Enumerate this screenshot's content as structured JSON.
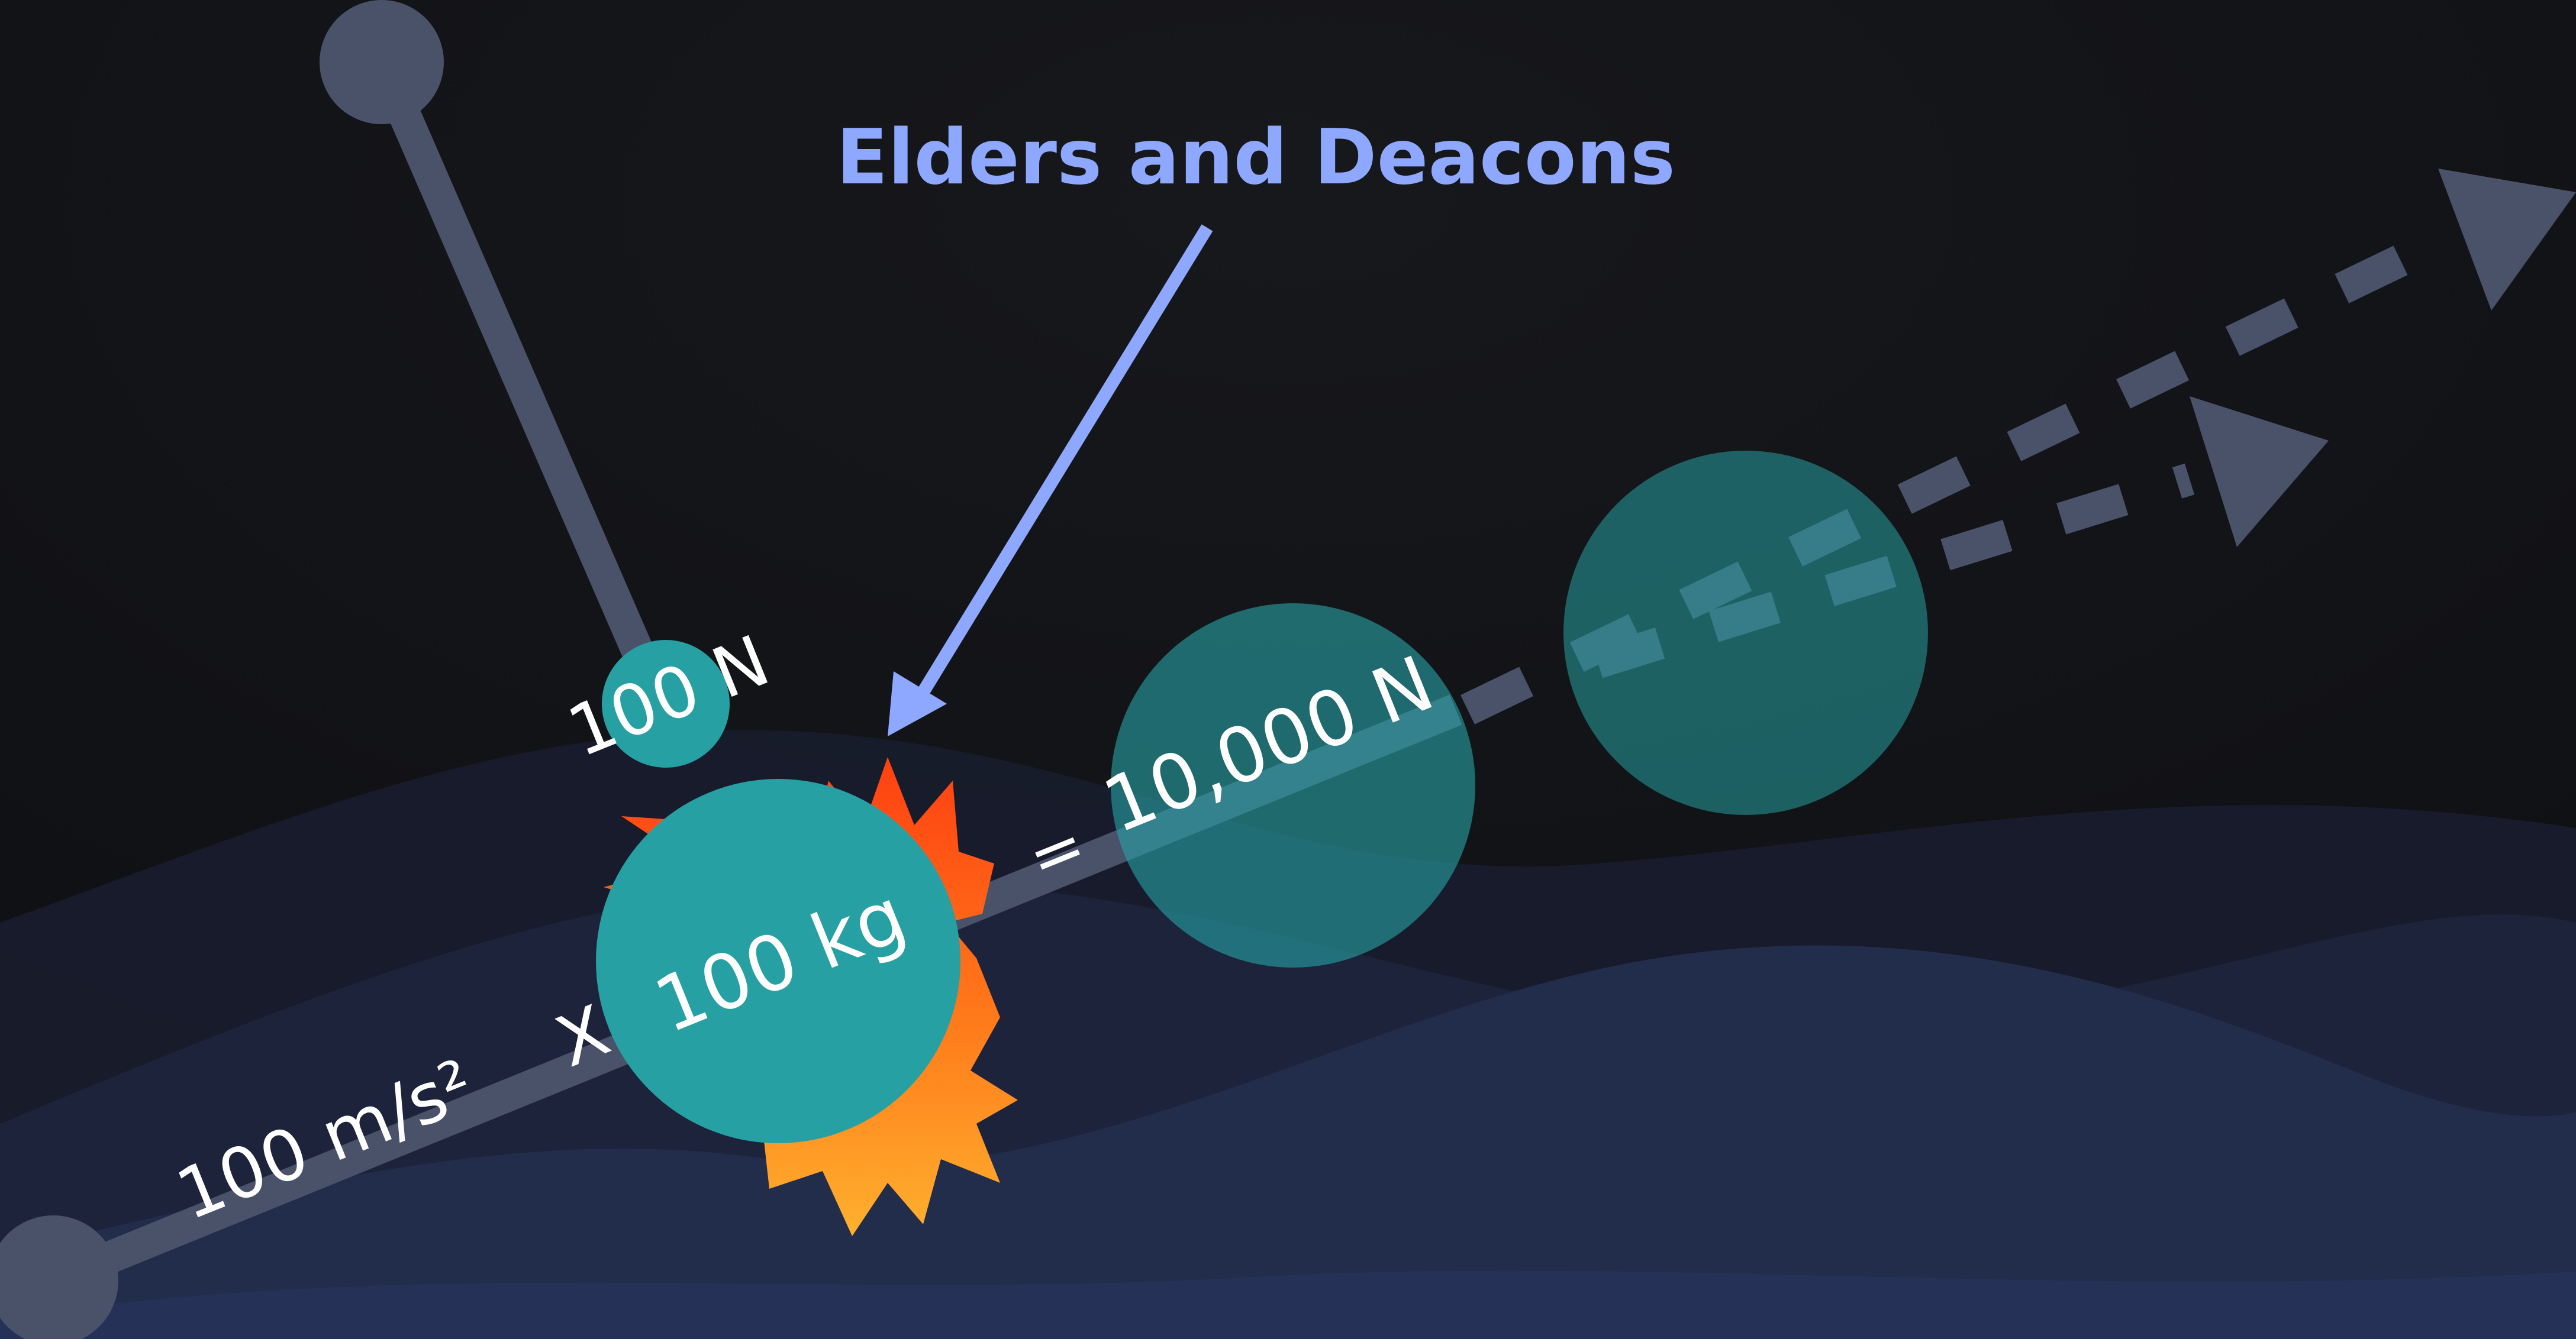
{
  "title": "Elders and Deacons",
  "labels": {
    "force_small": "100 N",
    "mass": "100 kg",
    "acceleration": "100 m/s²",
    "times": "X",
    "equals": "=",
    "result": "10,000 N"
  },
  "colors": {
    "background": "#121316",
    "wave_dark": "#1a2036",
    "wave_mid": "#1f2845",
    "wave_light": "#243056",
    "line": "#4a526a",
    "teal": "#27a0a3",
    "teal_faded": "#1f6b6c",
    "title": "#8ea8ff",
    "burst_red": "#ff4a12",
    "burst_orange": "#ff8a1e",
    "burst_yellow": "#ffab2e"
  }
}
